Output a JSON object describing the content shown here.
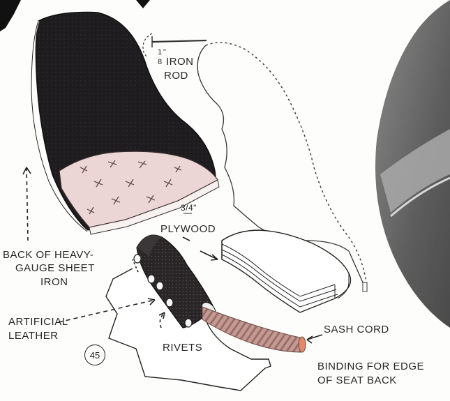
{
  "figure": {
    "number": "45",
    "labels": {
      "rod_fraction_top": "1",
      "rod_fraction_bottom": "8",
      "rod_fraction_mark": "\"",
      "iron": "IRON",
      "rod": "ROD",
      "plywood_fraction": "3/4\"",
      "plywood": "PLYWOOD",
      "back_of_heavy": "BACK OF HEAVY-",
      "gauge_sheet": "GAUGE SHEET",
      "iron_back": "IRON",
      "artificial": "ARTIFICIAL",
      "leather": "LEATHER",
      "rivets": "RIVETS",
      "sash_cord": "SASH CORD",
      "binding_line1": "BINDING FOR EDGE",
      "binding_line2": "OF SEAT BACK"
    }
  },
  "colors": {
    "seat_shell": "#1e1c1e",
    "cushion": "#ecd5d5",
    "ink": "#262626",
    "cord": "#b98c86",
    "backdrop": "#6b6b6b"
  }
}
